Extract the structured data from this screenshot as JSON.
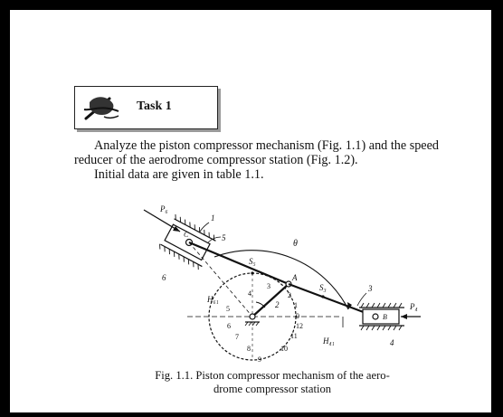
{
  "task": {
    "title": "Task 1",
    "icon": "writing-hand-icon"
  },
  "body": {
    "paragraph1": "Analyze the piston compressor mechanism (Fig. 1.1) and the speed reducer of the aerodrome compressor station (Fig. 1.2).",
    "paragraph2": "Initial data are given in table 1.1."
  },
  "figure": {
    "labels": {
      "P6": "P₆",
      "n1": "1",
      "n5": "5",
      "n6": "6",
      "theta": "θ",
      "S5": "S₅",
      "A": "A",
      "S3": "S₃",
      "n3": "3",
      "P4": "P₄",
      "B": "B",
      "n4": "4",
      "H61": "H₆₁",
      "H41": "H₄₁",
      "C": "C",
      "n2": "2"
    },
    "dial_numbers": [
      "0",
      "1",
      "2",
      "3",
      "4",
      "5",
      "6",
      "7",
      "8",
      "9",
      "10",
      "11",
      "12"
    ],
    "caption": "Fig. 1.1. Piston compressor mechanism of the aero-drome compressor station"
  }
}
